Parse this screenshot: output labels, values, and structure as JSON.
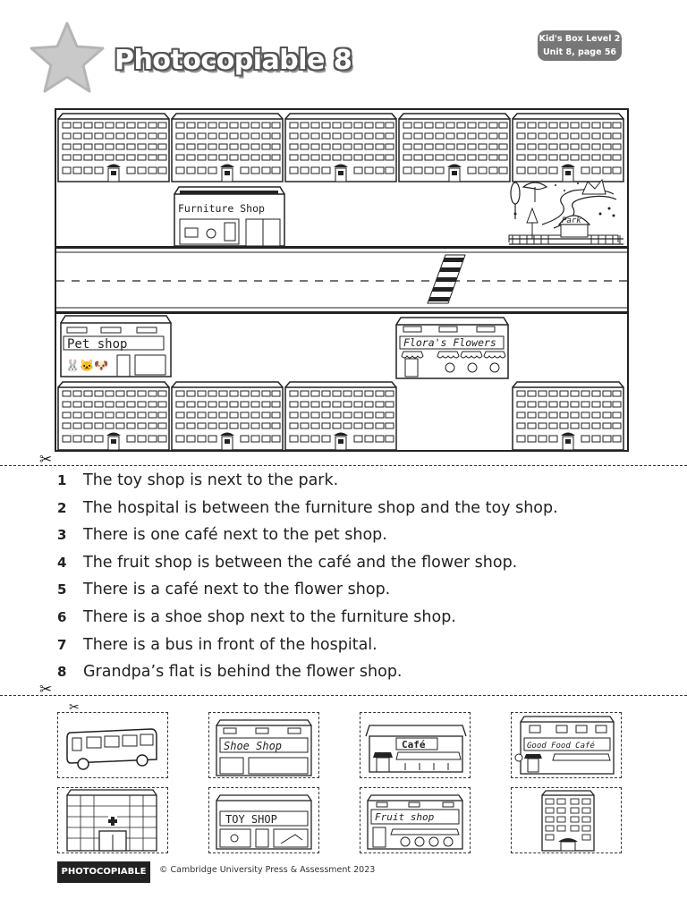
{
  "header": {
    "title": "Photocopiable 8",
    "reference_line1": "Kid's Box Level 2",
    "reference_line2": "Unit 8, page 56"
  },
  "map": {
    "labels": {
      "furniture_shop": "Furniture Shop",
      "park": "Park",
      "pet_shop": "Pet shop",
      "floras_flowers": "Flora's Flowers"
    }
  },
  "sentences": [
    {
      "number": "1",
      "text": "The toy shop is next to the park."
    },
    {
      "number": "2",
      "text": "The hospital is between the furniture shop and the toy shop."
    },
    {
      "number": "3",
      "text": "There is one café next to the pet shop."
    },
    {
      "number": "4",
      "text": "The fruit shop is between the café and the flower shop."
    },
    {
      "number": "5",
      "text": "There is a café next to the flower shop."
    },
    {
      "number": "6",
      "text": "There is a shoe shop next to the furniture shop."
    },
    {
      "number": "7",
      "text": "There is a bus in front of the hospital."
    },
    {
      "number": "8",
      "text": "Grandpa’s flat is behind the flower shop."
    }
  ],
  "cards": {
    "shoe_shop": "Shoe Shop",
    "cafe": "Café",
    "good_food_cafe": "Good Food Café",
    "toy_shop": "TOY SHOP",
    "fruit_shop": "Fruit shop"
  },
  "footer": {
    "badge": "PHOTOCOPIABLE",
    "copyright": "© Cambridge University Press & Assessment 2023"
  },
  "icons": {
    "star": "star-icon",
    "scissors": "scissors-icon"
  }
}
